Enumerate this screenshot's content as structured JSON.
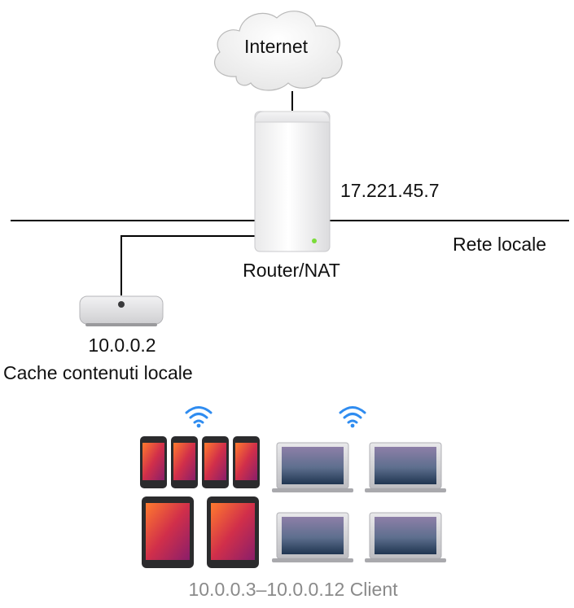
{
  "nodes": {
    "internet": {
      "label": "Internet"
    },
    "router": {
      "label": "Router/NAT",
      "public_ip": "17.221.45.7"
    },
    "network": {
      "label": "Rete locale"
    },
    "cache": {
      "ip": "10.0.0.2",
      "label": "Cache contenuti locale"
    },
    "clients": {
      "label": "10.0.0.3–10.0.0.12 Client"
    }
  },
  "device_counts": {
    "iphones": 4,
    "ipads": 2,
    "macbooks": 4
  },
  "colors": {
    "wifi": "#2f8cf0",
    "led": "#7bdc3a"
  }
}
